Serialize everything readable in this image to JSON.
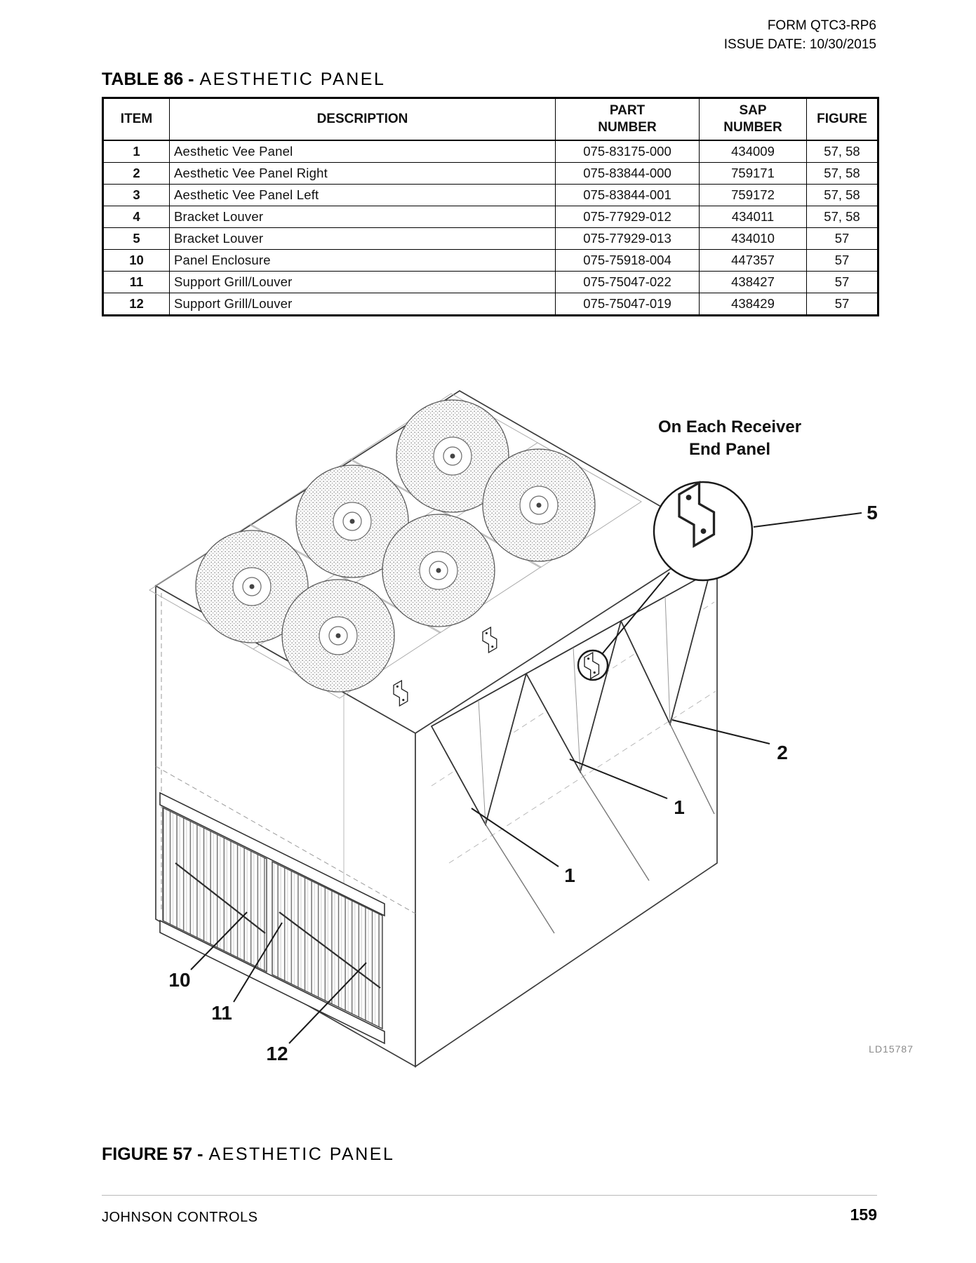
{
  "page_header": {
    "form": "FORM QTC3-RP6",
    "issue_date": "ISSUE DATE: 10/30/2015"
  },
  "table_section": {
    "title_prefix": "TABLE 86 -",
    "title": "AESTHETIC PANEL",
    "columns": [
      "ITEM",
      "DESCRIPTION",
      "PART\nNUMBER",
      "SAP\nNUMBER",
      "FIGURE"
    ],
    "rows": [
      {
        "item": "1",
        "description": "Aesthetic Vee Panel",
        "part_number": "075-83175-000",
        "sap_number": "434009",
        "figure": "57, 58"
      },
      {
        "item": "2",
        "description": "Aesthetic Vee Panel Right",
        "part_number": "075-83844-000",
        "sap_number": "759171",
        "figure": "57, 58"
      },
      {
        "item": "3",
        "description": "Aesthetic Vee Panel Left",
        "part_number": "075-83844-001",
        "sap_number": "759172",
        "figure": "57, 58"
      },
      {
        "item": "4",
        "description": "Bracket Louver",
        "part_number": "075-77929-012",
        "sap_number": "434011",
        "figure": "57, 58"
      },
      {
        "item": "5",
        "description": "Bracket Louver",
        "part_number": "075-77929-013",
        "sap_number": "434010",
        "figure": "57"
      },
      {
        "item": "10",
        "description": "Panel Enclosure",
        "part_number": "075-75918-004",
        "sap_number": "447357",
        "figure": "57"
      },
      {
        "item": "11",
        "description": "Support Grill/Louver",
        "part_number": "075-75047-022",
        "sap_number": "438427",
        "figure": "57"
      },
      {
        "item": "12",
        "description": "Support Grill/Louver",
        "part_number": "075-75047-019",
        "sap_number": "438429",
        "figure": "57"
      }
    ]
  },
  "figure_section": {
    "caption_prefix": "FIGURE 57 -",
    "caption": "AESTHETIC PANEL",
    "annotation_line1": "On Each Receiver",
    "annotation_line2": "End Panel",
    "drawing_code": "LD15787",
    "callouts": {
      "item5": "5",
      "item2": "2",
      "item1_upper": "1",
      "item1_lower": "1",
      "item10": "10",
      "item11": "11",
      "item12": "12"
    }
  },
  "page_footer": {
    "company": "JOHNSON CONTROLS",
    "page_number": "159"
  }
}
